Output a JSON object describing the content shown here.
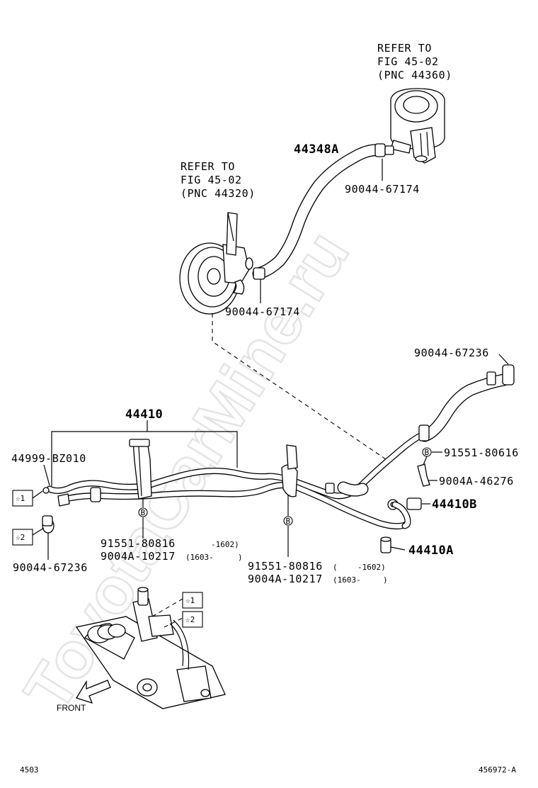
{
  "watermark": "ToyotaCarMine.ru",
  "refs": {
    "reservoir": {
      "line1": "REFER TO",
      "line2": "FIG 45-02",
      "line3": "(PNC 44360)"
    },
    "pump": {
      "line1": "REFER TO",
      "line2": "FIG 45-02",
      "line3": "(PNC 44320)"
    }
  },
  "part_labels": {
    "hose_44348A": "44348A",
    "clip_upper": "90044-67174",
    "clip_pump": "90044-67174",
    "clip_right_top": "90044-67236",
    "assy_44410": "44410",
    "cap_44999": "44999-BZ010",
    "clip_left": "90044-67236",
    "bolt_center_a": "91551-80816",
    "bolt_center_b": "9004A-10217",
    "bolt_right_a": "91551-80816",
    "bolt_right_b": "9004A-10217",
    "bolt_side_a": "91551-80616",
    "bolt_side_b": "9004A-46276",
    "tube_44410B": "44410B",
    "tube_44410A": "44410A"
  },
  "date_ranges": {
    "center_to": "-1602)",
    "center_from": "(1603-",
    "center_close": ")",
    "right_open": "(",
    "right_to": "-1602)",
    "right_from": "(1603-",
    "right_close": ")"
  },
  "markers": {
    "b": "B",
    "star1": "☆1",
    "star2": "☆2"
  },
  "front_label": "FRONT",
  "footer": {
    "left": "4503",
    "right": "456972-A"
  }
}
